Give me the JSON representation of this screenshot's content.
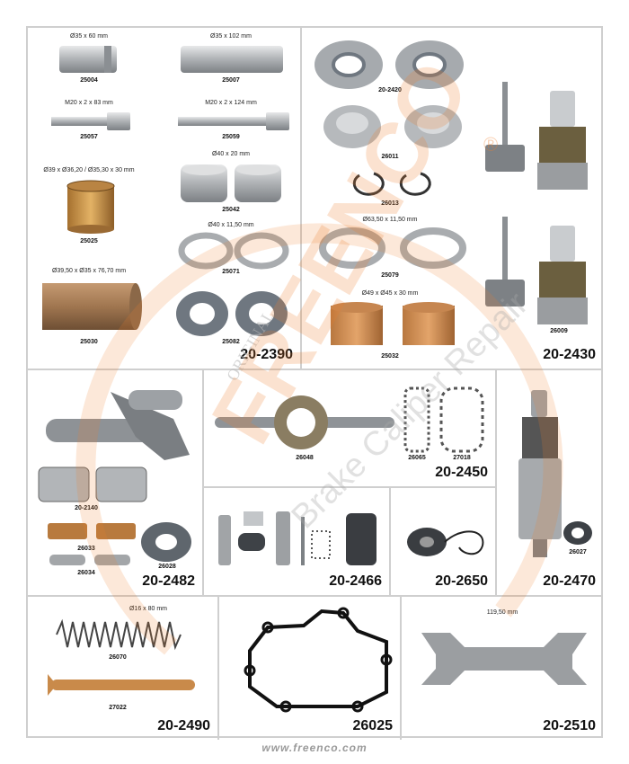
{
  "brand": {
    "accent": "#ee7f2d",
    "metal": "#b9bcbf",
    "rubber": "#6f7780",
    "copper": "#c98a4a"
  },
  "watermark": {
    "letters": "FREENCO",
    "tagline": "Brake Caliper Repair",
    "registered": "®",
    "original": "ORIGINAL"
  },
  "footer": {
    "url": "www.freenco.com"
  },
  "panels": {
    "p2390": {
      "kit": "20-2390",
      "items": [
        {
          "spec": "Ø35 x 60 mm",
          "code": "25004"
        },
        {
          "spec": "Ø35 x 102 mm",
          "code": "25007"
        },
        {
          "spec": "M20 x 2 x 83 mm",
          "code": "25057"
        },
        {
          "spec": "M20 x 2 x 124 mm",
          "code": "25059"
        },
        {
          "spec": "Ø40 x 20 mm",
          "code": "25042"
        },
        {
          "spec": "Ø39 x Ø36,20 / Ø35,30 x 30 mm",
          "code": "25025"
        },
        {
          "spec": "Ø40 x 11,50 mm",
          "code": "25071"
        },
        {
          "spec": "Ø39,50 x Ø35 x 76,70 mm",
          "code": "25030"
        },
        {
          "spec": "",
          "code": "25082"
        }
      ]
    },
    "p2430": {
      "kit": "20-2430",
      "items": [
        {
          "spec": "",
          "code": "20-2420"
        },
        {
          "spec": "",
          "code": "26011"
        },
        {
          "spec": "",
          "code": "26013"
        },
        {
          "spec": "Ø63,50 x 11,50 mm",
          "code": "25079"
        },
        {
          "spec": "Ø49 x Ø45 x 30 mm",
          "code": "25032"
        },
        {
          "spec": "",
          "code": "26009"
        }
      ]
    },
    "p2482": {
      "kit": "20-2482",
      "codes": [
        "20-2140",
        "26033",
        "26034",
        "26028"
      ]
    },
    "p2450": {
      "kit": "20-2450",
      "codes": [
        "26048",
        "26065",
        "27018"
      ]
    },
    "p2470": {
      "kit": "20-2470",
      "codes": [
        "26027"
      ]
    },
    "p2466": {
      "kit": "20-2466"
    },
    "p2650": {
      "kit": "20-2650"
    },
    "p2490": {
      "kit": "20-2490",
      "spec": "Ø16 x 80 mm",
      "codes": [
        "26070",
        "27022"
      ]
    },
    "p26025": {
      "kit": "26025"
    },
    "p2510": {
      "kit": "20-2510",
      "spec": "119,50 mm"
    }
  }
}
